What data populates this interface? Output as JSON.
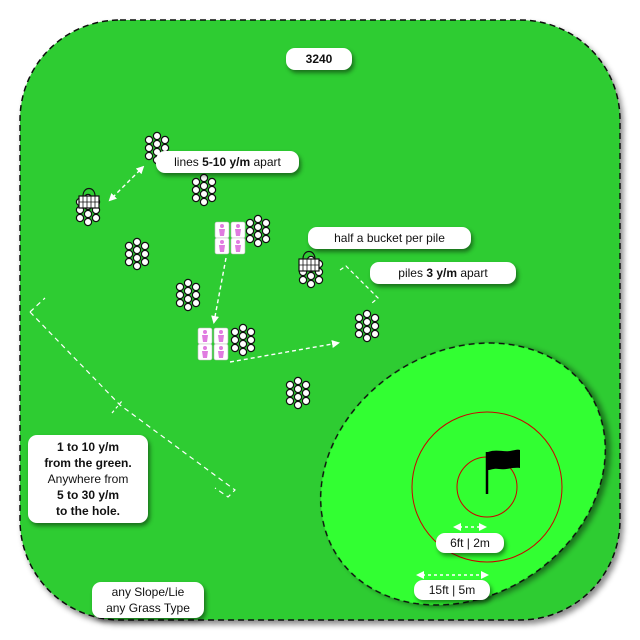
{
  "drill_code": "3240",
  "labels": {
    "lines": {
      "pre": "lines ",
      "bold": "5-10 y/m",
      "post": " apart"
    },
    "half_bucket": "half a bucket per pile",
    "piles": {
      "pre": "piles ",
      "bold": "3 y/m",
      "post": " apart"
    },
    "distance_note": {
      "line1": "1 to 10 y/m",
      "line2": "from the green.",
      "line3": "Anywhere from",
      "line4": "5 to 30 y/m",
      "line5": "to the hole."
    },
    "surface_note": {
      "line1": "any Slope/Lie",
      "line2": "any Grass Type"
    },
    "radius_inner": "6ft | 2m",
    "radius_outer": "15ft | 5m"
  },
  "colors": {
    "fairway": "#2fcc33",
    "green": "#33ff33",
    "ring": "#cc0000",
    "player": "#e07be0"
  }
}
